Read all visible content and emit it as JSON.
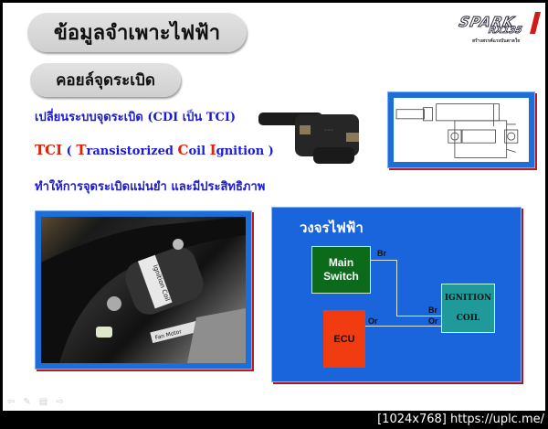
{
  "slide": {
    "title": "ข้อมูลจำเพาะไฟฟ้า",
    "subtitle": "คอยล์จุดระเบิด",
    "logo": {
      "word1": "SPARK",
      "word2": "RX135",
      "tagline": "สร้างสรรค์แรงบันดาลใจ",
      "accent_color": "#d31a1a"
    },
    "lines": {
      "line1": "เปลี่ยนระบบจุดระเบิด (CDI เป็น TCI)",
      "line2_abbr": "TCI",
      "line2_open": " ( ",
      "line2_T": "T",
      "line2_ransistorized": "ransistorized ",
      "line2_C": "C",
      "line2_oil": "oil ",
      "line2_I": "I",
      "line2_gnition": "gnition )",
      "line3": "ทำให้การจุดระเบิดแม่นยำ และมีประสิทธิภาพ"
    },
    "photo_labels": {
      "coil_label": "Ignition Coil",
      "fan_label": "Fan Motor"
    },
    "circuit": {
      "title": "วงจรไฟฟ้า",
      "main_switch_line1": "Main",
      "main_switch_line2": "Switch",
      "ecu": "ECU",
      "ignition_line1": "IGNITION",
      "ignition_line2": "COIL",
      "wire_br_label": "Br",
      "wire_br_label_end": "Br",
      "wire_or_label": "Or",
      "wire_or_label_end": "Or",
      "colors": {
        "background": "#1a64dc",
        "main_switch": "#0b6b1a",
        "ecu": "#f03c10",
        "ignition_coil": "#20999a"
      }
    }
  },
  "nav": {
    "prev": "⇦",
    "pen": "✎",
    "menu": "▤",
    "next": "⇨"
  },
  "watermark": "[1024x768] https://uplc.me/"
}
